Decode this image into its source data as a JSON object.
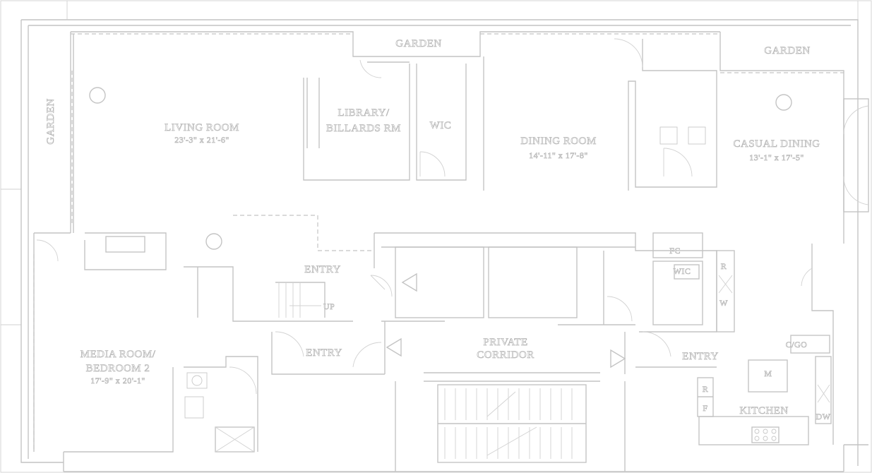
{
  "plan": {
    "rooms": {
      "living_room": {
        "name": "LIVING ROOM",
        "dims": "23'-3\" x 21'-6\""
      },
      "library": {
        "line1": "LIBRARY/",
        "line2": "BILLARDS RM"
      },
      "wic_main": {
        "name": "WIC"
      },
      "dining_room": {
        "name": "DINING ROOM",
        "dims": "14'-11\" x 17'-8\""
      },
      "casual_dining": {
        "name": "CASUAL DINING",
        "dims": "13'-1\" x 17'-5\""
      },
      "media_room": {
        "line1": "MEDIA ROOM/",
        "line2": "BEDROOM 2",
        "dims": "17'-9\" x 20'-1\""
      },
      "entry_upper": {
        "name": "ENTRY"
      },
      "entry_left": {
        "name": "ENTRY"
      },
      "entry_right": {
        "name": "ENTRY"
      },
      "private_corridor": {
        "line1": "PRIVATE",
        "line2": "CORRIDOR"
      },
      "kitchen": {
        "name": "KITCHEN"
      },
      "garden_top": {
        "name": "GARDEN"
      },
      "garden_right": {
        "name": "GARDEN"
      },
      "garden_left": {
        "name": "GARDEN"
      }
    },
    "labels": {
      "up": "UP",
      "fc": "FC",
      "wic_small": "WIC",
      "r_upper": "R",
      "w_upper": "W",
      "cgo": "C/GO",
      "m": "M",
      "r_kitchen": "R",
      "f_kitchen": "F",
      "dw": "DW"
    },
    "colors": {
      "line": "#c4c4c4",
      "text_outline": "#b9b9b9",
      "background": "#ffffff"
    }
  }
}
